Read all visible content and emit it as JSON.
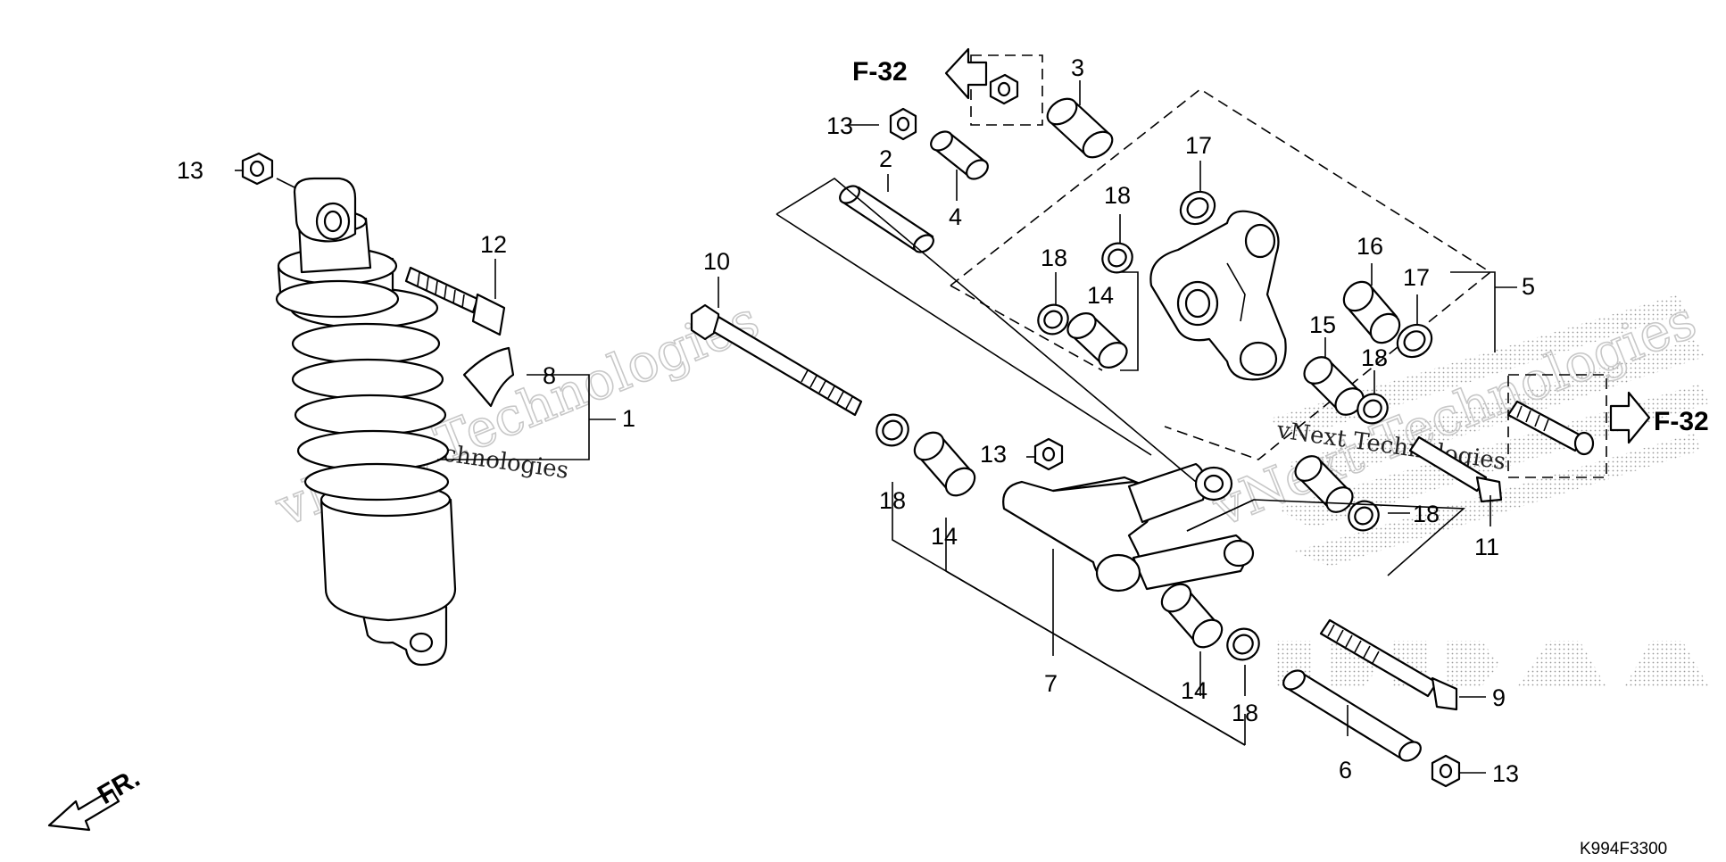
{
  "diagram": {
    "code": "K994F3300",
    "front_label": "FR.",
    "refs": {
      "top": "F-32",
      "right": "F-32"
    },
    "watermark": "vNext Technologies",
    "callouts": [
      {
        "id": "c1",
        "text": "1"
      },
      {
        "id": "c2",
        "text": "2"
      },
      {
        "id": "c3",
        "text": "3"
      },
      {
        "id": "c4",
        "text": "4"
      },
      {
        "id": "c5",
        "text": "5"
      },
      {
        "id": "c6",
        "text": "6"
      },
      {
        "id": "c7",
        "text": "7"
      },
      {
        "id": "c8",
        "text": "8"
      },
      {
        "id": "c9",
        "text": "9"
      },
      {
        "id": "c10",
        "text": "10"
      },
      {
        "id": "c11",
        "text": "11"
      },
      {
        "id": "c12",
        "text": "12"
      },
      {
        "id": "c13a",
        "text": "13"
      },
      {
        "id": "c13b",
        "text": "13"
      },
      {
        "id": "c13c",
        "text": "13"
      },
      {
        "id": "c13d",
        "text": "13"
      },
      {
        "id": "c14a",
        "text": "14"
      },
      {
        "id": "c14b",
        "text": "14"
      },
      {
        "id": "c14c",
        "text": "14"
      },
      {
        "id": "c15",
        "text": "15"
      },
      {
        "id": "c16",
        "text": "16"
      },
      {
        "id": "c17a",
        "text": "17"
      },
      {
        "id": "c17b",
        "text": "17"
      },
      {
        "id": "c18a",
        "text": "18"
      },
      {
        "id": "c18b",
        "text": "18"
      },
      {
        "id": "c18c",
        "text": "18"
      },
      {
        "id": "c18d",
        "text": "18"
      },
      {
        "id": "c18e",
        "text": "18"
      },
      {
        "id": "c18f",
        "text": "18"
      }
    ]
  }
}
